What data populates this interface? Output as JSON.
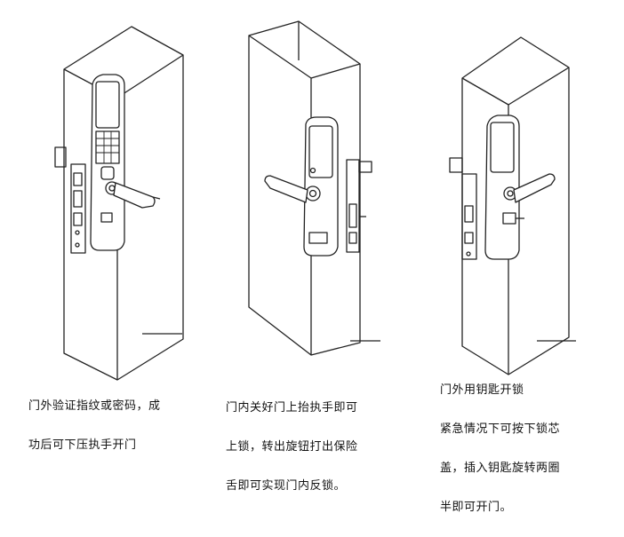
{
  "panels": [
    {
      "id": "outside-unlock",
      "caption_lines": [
        "门外验证指纹或密码，成",
        "功后可下压执手开门"
      ]
    },
    {
      "id": "inside-lock",
      "caption_lines": [
        "门内关好门上抬执手即可",
        "上锁，转出旋钮打出保险",
        "舌即可实现门内反锁。"
      ]
    },
    {
      "id": "emergency-key",
      "caption_lines": [
        "门外用钥匙开锁",
        "紧急情况下可按下锁芯",
        "盖，插入钥匙旋转两圈",
        "半即可开门。"
      ]
    }
  ],
  "colors": {
    "line": "#222222",
    "paper": "#ffffff"
  }
}
